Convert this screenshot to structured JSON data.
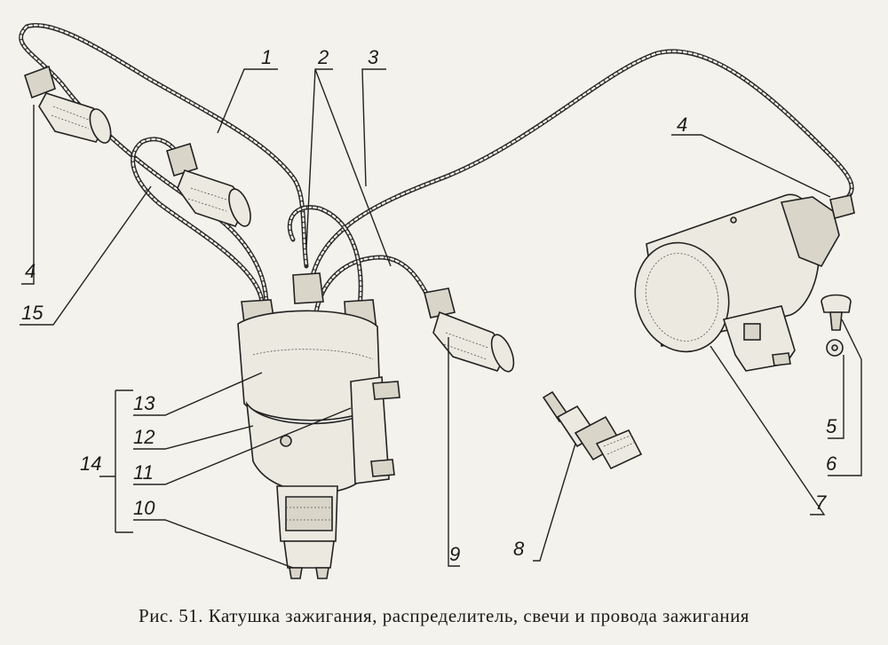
{
  "figure": {
    "caption": "Рис. 51. Катушка зажигания, распределитель, свечи и провода зажигания",
    "callouts": {
      "n1": "1",
      "n2": "2",
      "n3": "3",
      "n4a": "4",
      "n4b": "4",
      "n5": "5",
      "n6": "6",
      "n7": "7",
      "n8": "8",
      "n9": "9",
      "n10": "10",
      "n11": "11",
      "n12": "12",
      "n13": "13",
      "n14": "14",
      "n15": "15"
    }
  }
}
